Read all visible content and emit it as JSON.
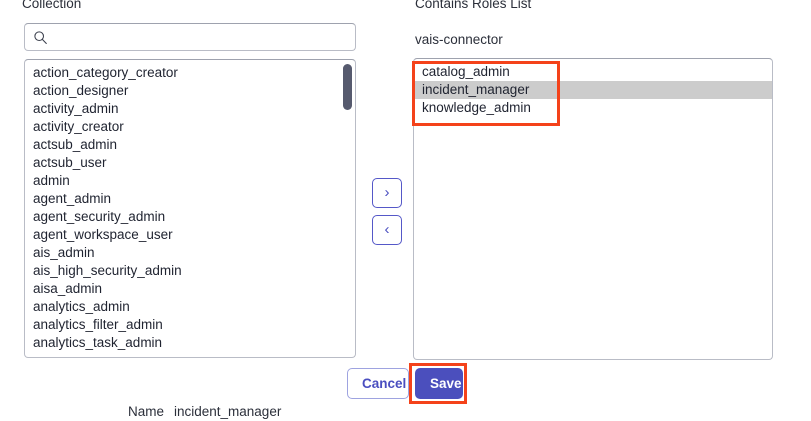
{
  "left_panel": {
    "label": "Collection",
    "search": {
      "placeholder": "",
      "value": "",
      "icon": "search-icon"
    },
    "items": [
      "action_category_creator",
      "action_designer",
      "activity_admin",
      "activity_creator",
      "actsub_admin",
      "actsub_user",
      "admin",
      "agent_admin",
      "agent_security_admin",
      "agent_workspace_user",
      "ais_admin",
      "ais_high_security_admin",
      "aisa_admin",
      "analytics_admin",
      "analytics_filter_admin",
      "analytics_task_admin"
    ]
  },
  "transfer": {
    "move_right_label": "›",
    "move_left_label": "‹",
    "move_right_icon": "chevron-right-icon",
    "move_left_icon": "chevron-left-icon"
  },
  "right_panel": {
    "label": "Contains Roles List",
    "subtitle": "vais-connector",
    "items": [
      {
        "label": "catalog_admin",
        "selected": false
      },
      {
        "label": "incident_manager",
        "selected": true
      },
      {
        "label": "knowledge_admin",
        "selected": false
      }
    ]
  },
  "actions": {
    "cancel_label": "Cancel",
    "save_label": "Save"
  },
  "footer": {
    "name_label": "Name",
    "name_value": "incident_manager"
  },
  "colors": {
    "accent": "#4b4fbd",
    "accent_text": "#4a4ec0",
    "selection": "#cccccc",
    "annotation": "#f4421a",
    "scrollbar_thumb": "#565a6e",
    "border": "#b9bcc6"
  }
}
